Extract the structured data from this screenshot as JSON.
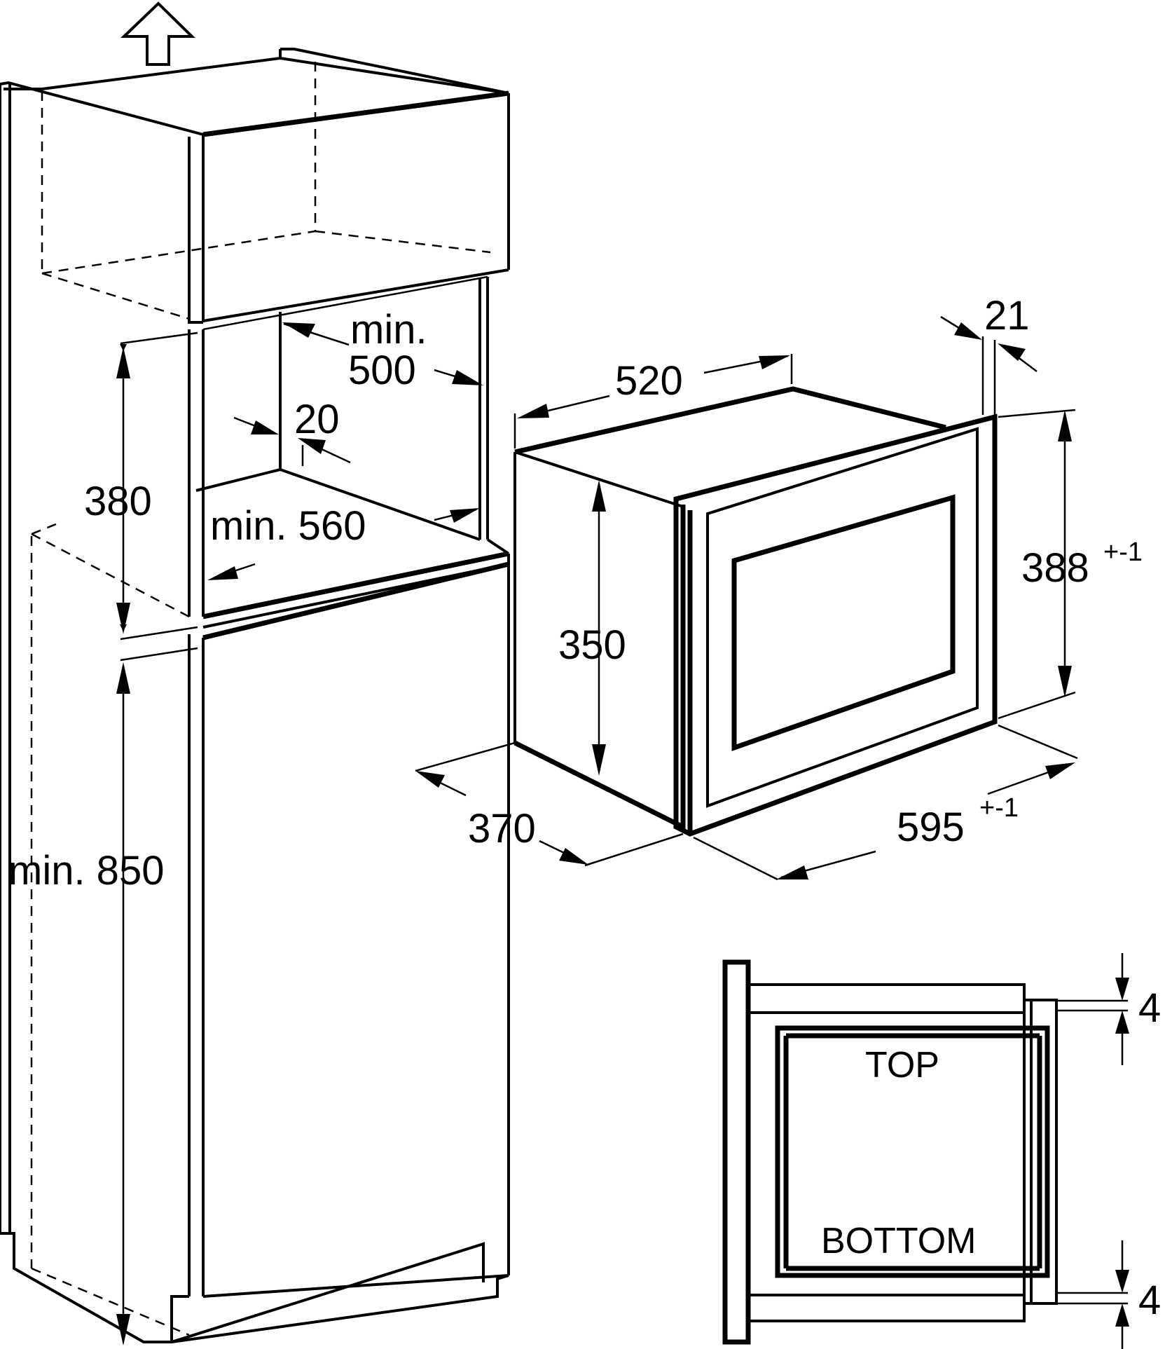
{
  "cabinet": {
    "niche_height": "380",
    "niche_depth_label_top": "min.",
    "niche_depth_label_bottom": "500",
    "side_gap": "20",
    "niche_width": "min. 560",
    "base_height": "min. 850"
  },
  "appliance": {
    "depth": "520",
    "frame_depth": "21",
    "body_height": "350",
    "front_height": "388",
    "front_height_tol": "+-1",
    "body_depth": "370",
    "front_width": "595",
    "front_width_tol": "+-1"
  },
  "frame_detail": {
    "top_word": "TOP",
    "bottom_word": "BOTTOM",
    "top_gap": "4",
    "bottom_gap": "4"
  },
  "colors": {
    "ink": "#000000",
    "paper": "#ffffff"
  },
  "icons": {
    "ventilation_arrow": "up-arrow-outline-icon"
  }
}
